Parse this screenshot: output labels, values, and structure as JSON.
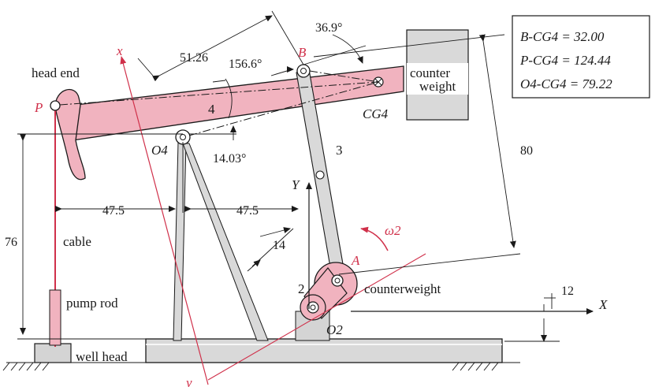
{
  "diagram": {
    "labels": {
      "head_end": "head end",
      "P": "P",
      "B": "B",
      "A": "A",
      "O4": "O4",
      "O2": "O2",
      "link4": "4",
      "link3": "3",
      "link2": "2",
      "CG4": "CG4",
      "cable": "cable",
      "pump_rod": "pump rod",
      "well_head": "well head",
      "counterweight_crank": "counterweight",
      "counter_weight_box_line1": "counter",
      "counter_weight_box_line2": "weight",
      "x_axis_rot": "x",
      "y_axis_rot": "y",
      "X_axis": "X",
      "Y_axis": "Y",
      "omega2": "ω2"
    },
    "dimensions": {
      "d_51_26": "51.26",
      "ang_156_6": "156.6°",
      "ang_36_9": "36.9°",
      "ang_14_03": "14.03°",
      "d_80": "80",
      "d_76": "76",
      "d_47_5_left": "47.5",
      "d_47_5_right": "47.5",
      "d_14": "14",
      "d_12": "12"
    },
    "info_box": {
      "line1": "B-CG4 = 32.00",
      "line2": "P-CG4 = 124.44",
      "line3": "O4-CG4 = 79.22"
    },
    "colors": {
      "beam_fill": "#f1b3bf",
      "red_accent": "#d0304a",
      "metal_fill": "#d9d9d9"
    }
  }
}
